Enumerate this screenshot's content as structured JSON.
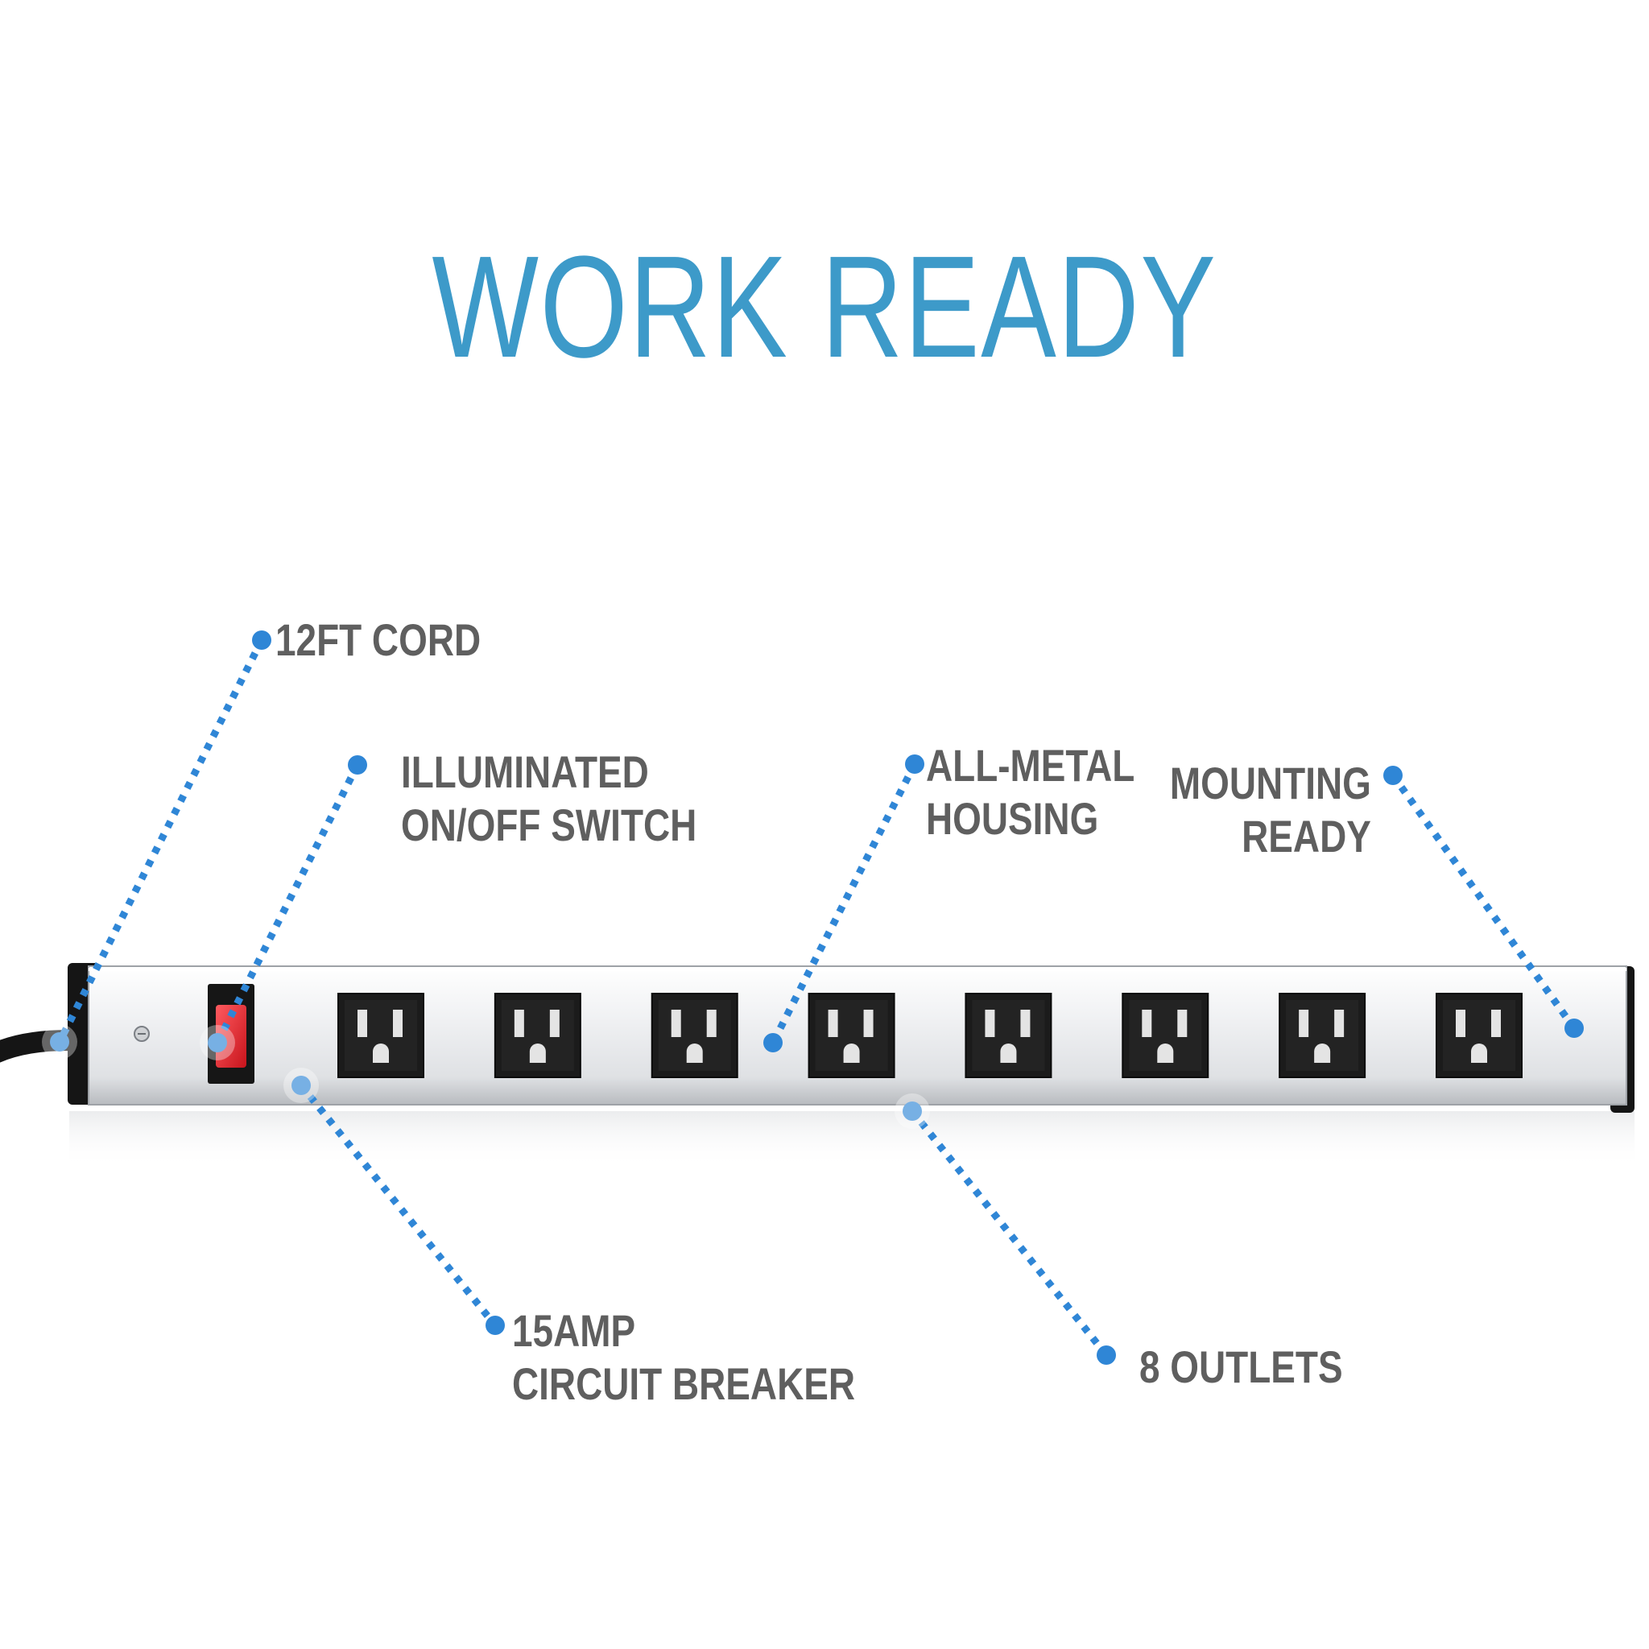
{
  "headline": "WORK READY",
  "callouts": {
    "cord": [
      "12FT CORD"
    ],
    "switch": [
      "ILLUMINATED",
      "ON/OFF SWITCH"
    ],
    "housing": [
      "ALL-METAL",
      "HOUSING"
    ],
    "mounting": [
      "MOUNTING",
      "READY"
    ],
    "breaker": [
      "15AMP",
      "CIRCUIT BREAKER"
    ],
    "outlets": [
      "8 OUTLETS"
    ]
  },
  "colors": {
    "accent": "#3d9ac9",
    "callout_dots": "#2f86d6",
    "label_text": "#5f5f5f",
    "switch": "#e0202a",
    "housing": "#e9ebee",
    "outlet": "#1b1b1b"
  },
  "product": {
    "outlet_count": 8,
    "icons": [
      "power-strip-icon",
      "rocker-switch-icon",
      "outlet-icon",
      "screw-icon",
      "power-cord-icon"
    ]
  }
}
